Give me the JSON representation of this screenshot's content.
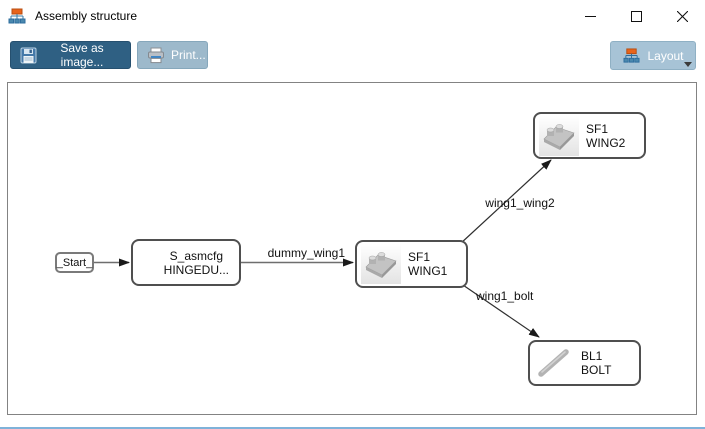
{
  "window": {
    "title": "Assembly structure",
    "icons": {
      "app": "org-chart-icon",
      "minimize": "minimize-icon",
      "maximize": "maximize-icon",
      "close": "close-icon"
    }
  },
  "toolbar": {
    "save_label": "Save as image...",
    "print_label": "Print...",
    "layout_label": "Layout",
    "icons": {
      "save": "floppy-disk-icon",
      "print": "printer-icon",
      "layout": "org-chart-icon",
      "layout_caret": "chevron-down-icon"
    }
  },
  "colors": {
    "save_button_bg": "#2f6083",
    "print_button_bg": "#9db9cb",
    "layout_button_bg": "#a7c3d6",
    "button_text": "#ffffff",
    "canvas_border": "#838383",
    "node_border": "#4f4f4f",
    "edge_color": "#555555",
    "app_icon_orange": "#e8641b",
    "app_icon_blue": "#3b7ca8"
  },
  "diagram": {
    "nodes": {
      "start": {
        "label": "_Start_"
      },
      "asmcfg": {
        "line1": "S_asmcfg",
        "line2": "HINGEDU..."
      },
      "wing1": {
        "line1": "SF1",
        "line2": "WING1",
        "icon": "wing-part-icon"
      },
      "wing2": {
        "line1": "SF1",
        "line2": "WING2",
        "icon": "wing-part-icon"
      },
      "bolt": {
        "line1": "BL1",
        "line2": "BOLT",
        "icon": "bolt-part-icon"
      }
    },
    "edges": {
      "dummy_wing1": {
        "label": "dummy_wing1",
        "from": "asmcfg",
        "to": "wing1"
      },
      "wing1_wing2": {
        "label": "wing1_wing2",
        "from": "wing1",
        "to": "wing2"
      },
      "wing1_bolt": {
        "label": "wing1_bolt",
        "from": "wing1",
        "to": "bolt"
      },
      "start_asmcfg": {
        "label": "",
        "from": "start",
        "to": "asmcfg"
      }
    }
  }
}
